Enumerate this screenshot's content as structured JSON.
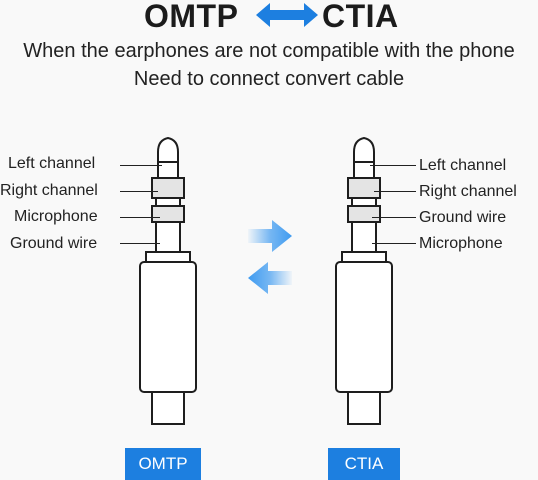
{
  "title": {
    "left": "OMTP",
    "right": "CTIA"
  },
  "subtitle": {
    "line1": "When the earphones are not compatible with the phone",
    "line2": "Need to connect convert cable"
  },
  "omtp": {
    "labels": [
      "Left channel",
      "Right channel",
      "Microphone",
      "Ground wire"
    ],
    "tag": "OMTP"
  },
  "ctia": {
    "labels": [
      "Left channel",
      "Right channel",
      "Ground wire",
      "Microphone"
    ],
    "tag": "CTIA"
  },
  "colors": {
    "accent": "#1d7fe0",
    "arrow": "#3f9bf0",
    "outline": "#1e1e1e"
  }
}
